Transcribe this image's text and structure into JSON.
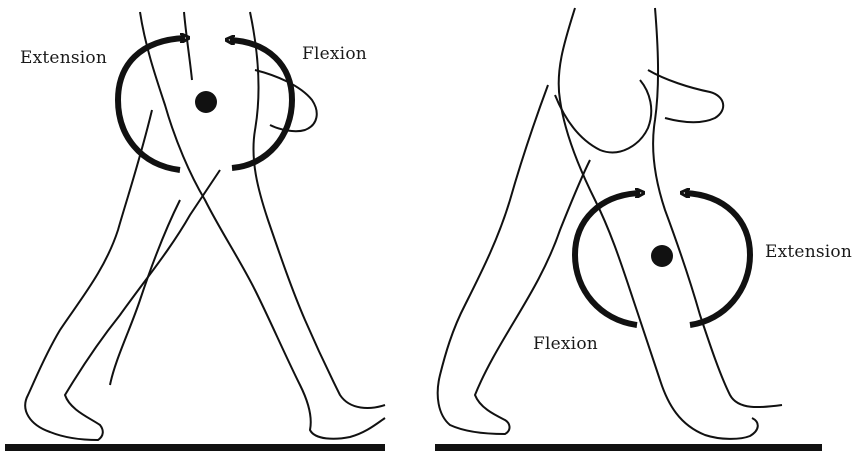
{
  "panels": [
    {
      "id": "left",
      "labels": {
        "extension": "Extension",
        "flexion": "Flexion"
      }
    },
    {
      "id": "right",
      "labels": {
        "extension": "Extension",
        "flexion": "Flexion"
      }
    }
  ],
  "colors": {
    "line": "#111111",
    "background": "#ffffff"
  },
  "icons": {
    "joint_marker": "filled-circle-icon",
    "rotation_arrow": "curved-arrow-icon"
  }
}
